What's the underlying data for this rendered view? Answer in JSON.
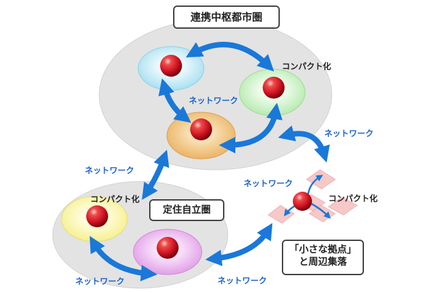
{
  "labels": {
    "metro_title": "連携中枢都市圏",
    "settlement_title": "定住自立圏",
    "small_hub_line1": "「小さな拠点」",
    "small_hub_line2": "と周辺集落",
    "compact_1": "コンパクト化",
    "compact_2": "コンパクト化",
    "compact_3": "コンパクト化",
    "network_center": "ネットワーク",
    "network_right": "ネットワーク",
    "network_left": "ネットワーク",
    "network_hub": "ネットワーク",
    "network_bottom_left": "ネットワーク",
    "network_bottom_mid": "ネットワーク"
  },
  "colors": {
    "arrow_blue": "#1a78d8",
    "label_blue": "#1e63c8",
    "region_gray": "#e3e3e3",
    "node_red": "#c8101e",
    "ellipse_blue": "#bfe9f5",
    "ellipse_green": "#c9f2c4",
    "ellipse_orange": "#f2c680",
    "ellipse_yellow": "#fbf7a8",
    "ellipse_violet": "#eab3ee",
    "village_pink": "#f6c3c3"
  },
  "icons": {
    "node": "red-sphere",
    "arrow": "double-headed-arrow"
  }
}
